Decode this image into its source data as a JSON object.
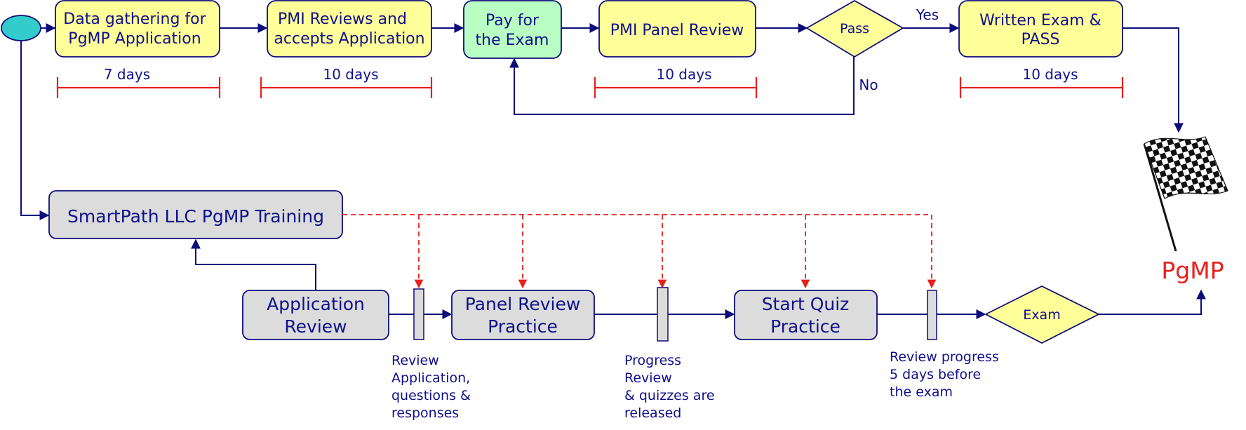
{
  "top_flow": {
    "step1": {
      "line1": "Data gathering for",
      "line2": "PgMP Application"
    },
    "step2": {
      "line1": "PMI Reviews and",
      "line2": "accepts Application"
    },
    "step3": {
      "line1": "Pay for",
      "line2": "the Exam"
    },
    "step4": {
      "label": "PMI Panel Review"
    },
    "decision": {
      "label": "Pass",
      "yes": "Yes",
      "no": "No"
    },
    "step5": {
      "line1": "Written Exam &",
      "line2": "PASS"
    }
  },
  "durations": [
    "7 days",
    "10 days",
    "10 days",
    "10 days"
  ],
  "training": {
    "label": "SmartPath LLC PgMP Training"
  },
  "bottom_flow": {
    "app_review": {
      "line1": "Application",
      "line2": "Review"
    },
    "panel_practice": {
      "line1": "Panel Review",
      "line2": "Practice"
    },
    "quiz_practice": {
      "line1": "Start Quiz",
      "line2": "Practice"
    },
    "exam": {
      "label": "Exam"
    }
  },
  "notes": {
    "note1": [
      "Review",
      "Application,",
      "questions &",
      "responses"
    ],
    "note2": [
      "Progress",
      "Review",
      "& quizzes are",
      "released"
    ],
    "note3": [
      "Review progress",
      "5 days before",
      "the exam"
    ]
  },
  "goal": {
    "label": "PgMP",
    "icon": "checkered-flag-icon"
  },
  "colors": {
    "navy": "#0d0d7a",
    "red": "#e8201c",
    "yellow": "#ffff99",
    "green": "#b9ffc3",
    "gray": "#dcdcdc",
    "cyan": "#33cccc"
  }
}
